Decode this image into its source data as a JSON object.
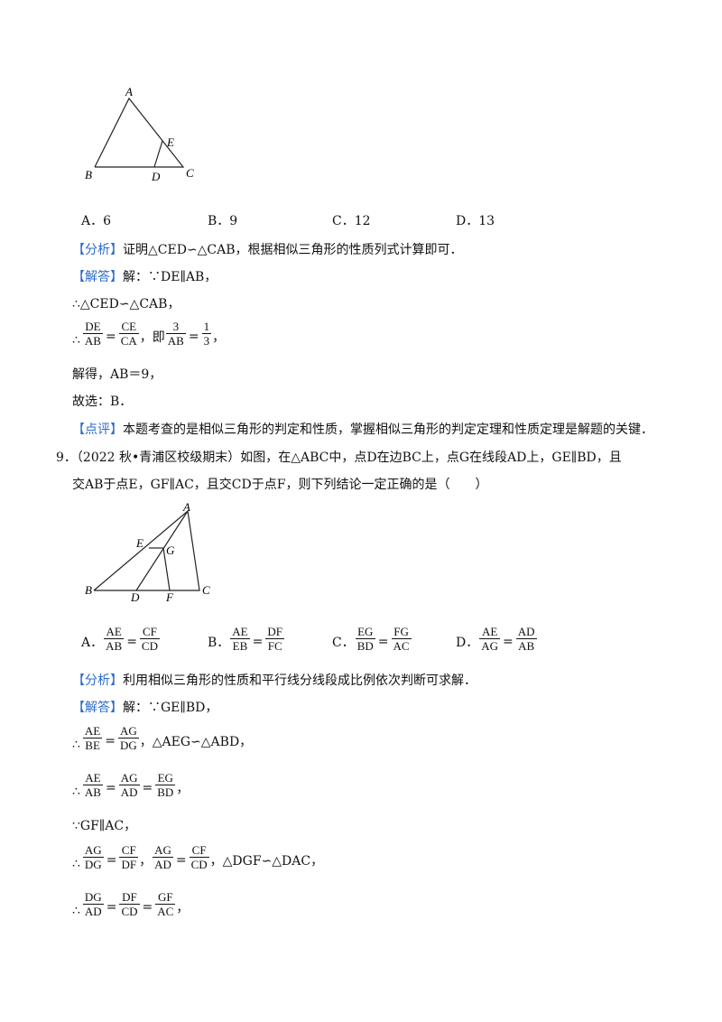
{
  "fig1": {
    "A": "A",
    "B": "B",
    "C": "C",
    "D": "D",
    "E": "E"
  },
  "q8_options": {
    "a": "A．6",
    "b": "B．9",
    "c": "C．12",
    "d": "D．13"
  },
  "analysis1": {
    "tag": "【分析】",
    "text": "证明△CED∽△CAB，根据相似三角形的性质列式计算即可．"
  },
  "solution1": {
    "tag": "【解答】",
    "text": "解：∵DE∥AB，"
  },
  "s1_line2": "∴△CED∽△CAB，",
  "s1_frac": {
    "therefore": "∴",
    "f1n": "DE",
    "f1d": "AB",
    "eq1": "=",
    "f2n": "CE",
    "f2d": "CA",
    "mid": "，即",
    "f3n": "3",
    "f3d": "AB",
    "eq2": "=",
    "f4n": "1",
    "f4d": "3",
    "end": "，"
  },
  "s1_line4": "解得，AB＝9，",
  "s1_line5": "故选：B．",
  "comment1": {
    "tag": "【点评】",
    "text": "本题考查的是相似三角形的判定和性质，掌握相似三角形的判定定理和性质定理是解题的关键．"
  },
  "q9": {
    "line1": "9．（2022 秋•青浦区校级期末）如图，在△ABC中，点D在边BC上，点G在线段AD上，GE∥BD，且",
    "line2": "交AB于点E，GF∥AC，且交CD于点F，则下列结论一定正确的是（　　）"
  },
  "fig2": {
    "A": "A",
    "B": "B",
    "C": "C",
    "D": "D",
    "E": "E",
    "F": "F",
    "G": "G"
  },
  "q9_options": {
    "a": {
      "label": "A．",
      "f1n": "AE",
      "f1d": "AB",
      "eq": "=",
      "f2n": "CF",
      "f2d": "CD"
    },
    "b": {
      "label": "B．",
      "f1n": "AE",
      "f1d": "EB",
      "eq": "=",
      "f2n": "DF",
      "f2d": "FC"
    },
    "c": {
      "label": "C．",
      "f1n": "EG",
      "f1d": "BD",
      "eq": "=",
      "f2n": "FG",
      "f2d": "AC"
    },
    "d": {
      "label": "D．",
      "f1n": "AE",
      "f1d": "AG",
      "eq": "=",
      "f2n": "AD",
      "f2d": "AB"
    }
  },
  "analysis2": {
    "tag": "【分析】",
    "text": "利用相似三角形的性质和平行线分线段成比例依次判断可求解．"
  },
  "solution2": {
    "tag": "【解答】",
    "text": "解：∵GE∥BD，"
  },
  "s2_m1": {
    "therefore": "∴",
    "f1n": "AE",
    "f1d": "BE",
    "eq": "=",
    "f2n": "AG",
    "f2d": "DG",
    "tail": "，△AEG∽△ABD，"
  },
  "s2_m2": {
    "therefore": "∴",
    "f1n": "AE",
    "f1d": "AB",
    "eq1": "=",
    "f2n": "AG",
    "f2d": "AD",
    "eq2": "=",
    "f3n": "EG",
    "f3d": "BD",
    "tail": "，"
  },
  "s2_line4": "∵GF∥AC，",
  "s2_m3": {
    "therefore": "∴",
    "f1n": "AG",
    "f1d": "DG",
    "eq1": "=",
    "f2n": "CF",
    "f2d": "DF",
    "mid": "，",
    "f3n": "AG",
    "f3d": "AD",
    "eq2": "=",
    "f4n": "CF",
    "f4d": "CD",
    "tail": "，△DGF∽△DAC，"
  },
  "s2_m4": {
    "therefore": "∴",
    "f1n": "DG",
    "f1d": "AD",
    "eq1": "=",
    "f2n": "DF",
    "f2d": "CD",
    "eq2": "=",
    "f3n": "GF",
    "f3d": "AC",
    "tail": "，"
  }
}
